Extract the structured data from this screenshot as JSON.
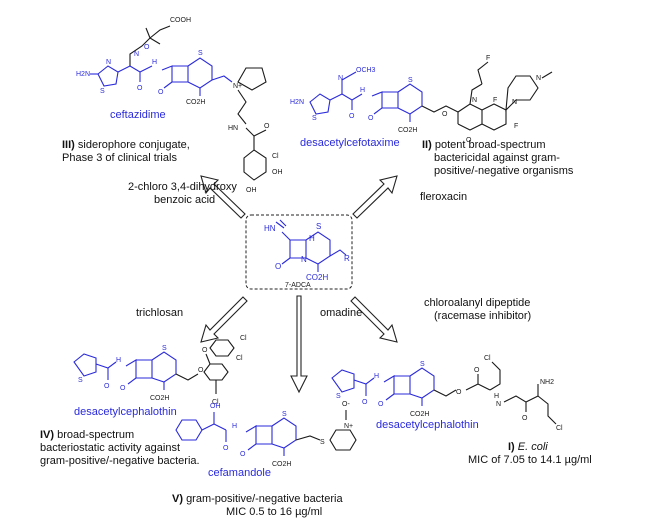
{
  "core": {
    "label": "7-ADCA",
    "r_group": "R"
  },
  "molecules": {
    "top_left": "ceftazidime",
    "top_right": "desacetylcefotaxime",
    "bottom_left": "desacetylcephalothin",
    "bottom_center": "cefamandole",
    "bottom_right": "desacetylcephalothin"
  },
  "reagents": {
    "top_left": [
      "2-chloro 3,4-dihydroxy",
      "benzoic acid"
    ],
    "top_right": [
      "fleroxacin"
    ],
    "bottom_left": [
      "trichlosan"
    ],
    "bottom_center": [
      "omadine"
    ],
    "bottom_right": [
      "chloroalanyl dipeptide",
      "(racemase inhibitor)"
    ]
  },
  "captions": {
    "III": {
      "num": "III)",
      "lines": [
        "siderophore conjugate,",
        "Phase 3 of clinical trials"
      ]
    },
    "II": {
      "num": "II)",
      "lines": [
        "potent broad-spectrum",
        "bactericidal against gram-",
        "positive/-negative organisms"
      ]
    },
    "IV": {
      "num": "IV)",
      "lines": [
        "broad-spectrum",
        "bacteriostatic activity against",
        "gram-positive/-negative bacteria."
      ]
    },
    "V": {
      "num": "V)",
      "lines": [
        "gram-positive/-negative bacteria",
        "MIC 0.5 to 16 µg/ml"
      ]
    },
    "I": {
      "num": "I)",
      "organism": "E. coli",
      "lines": [
        "MIC of 7.05 to 14.1 µg/ml"
      ]
    }
  },
  "atom_labels": {
    "cooh": "COOH",
    "co2h": "CO2H",
    "h2n": "H2N",
    "nh2": "NH2",
    "hn": "HN",
    "n": "N",
    "s": "S",
    "o": "O",
    "h": "H",
    "f": "F",
    "cl": "Cl",
    "oh": "OH",
    "och3": "OCH3",
    "n_plus": "N+",
    "n_oxide": "O-"
  }
}
